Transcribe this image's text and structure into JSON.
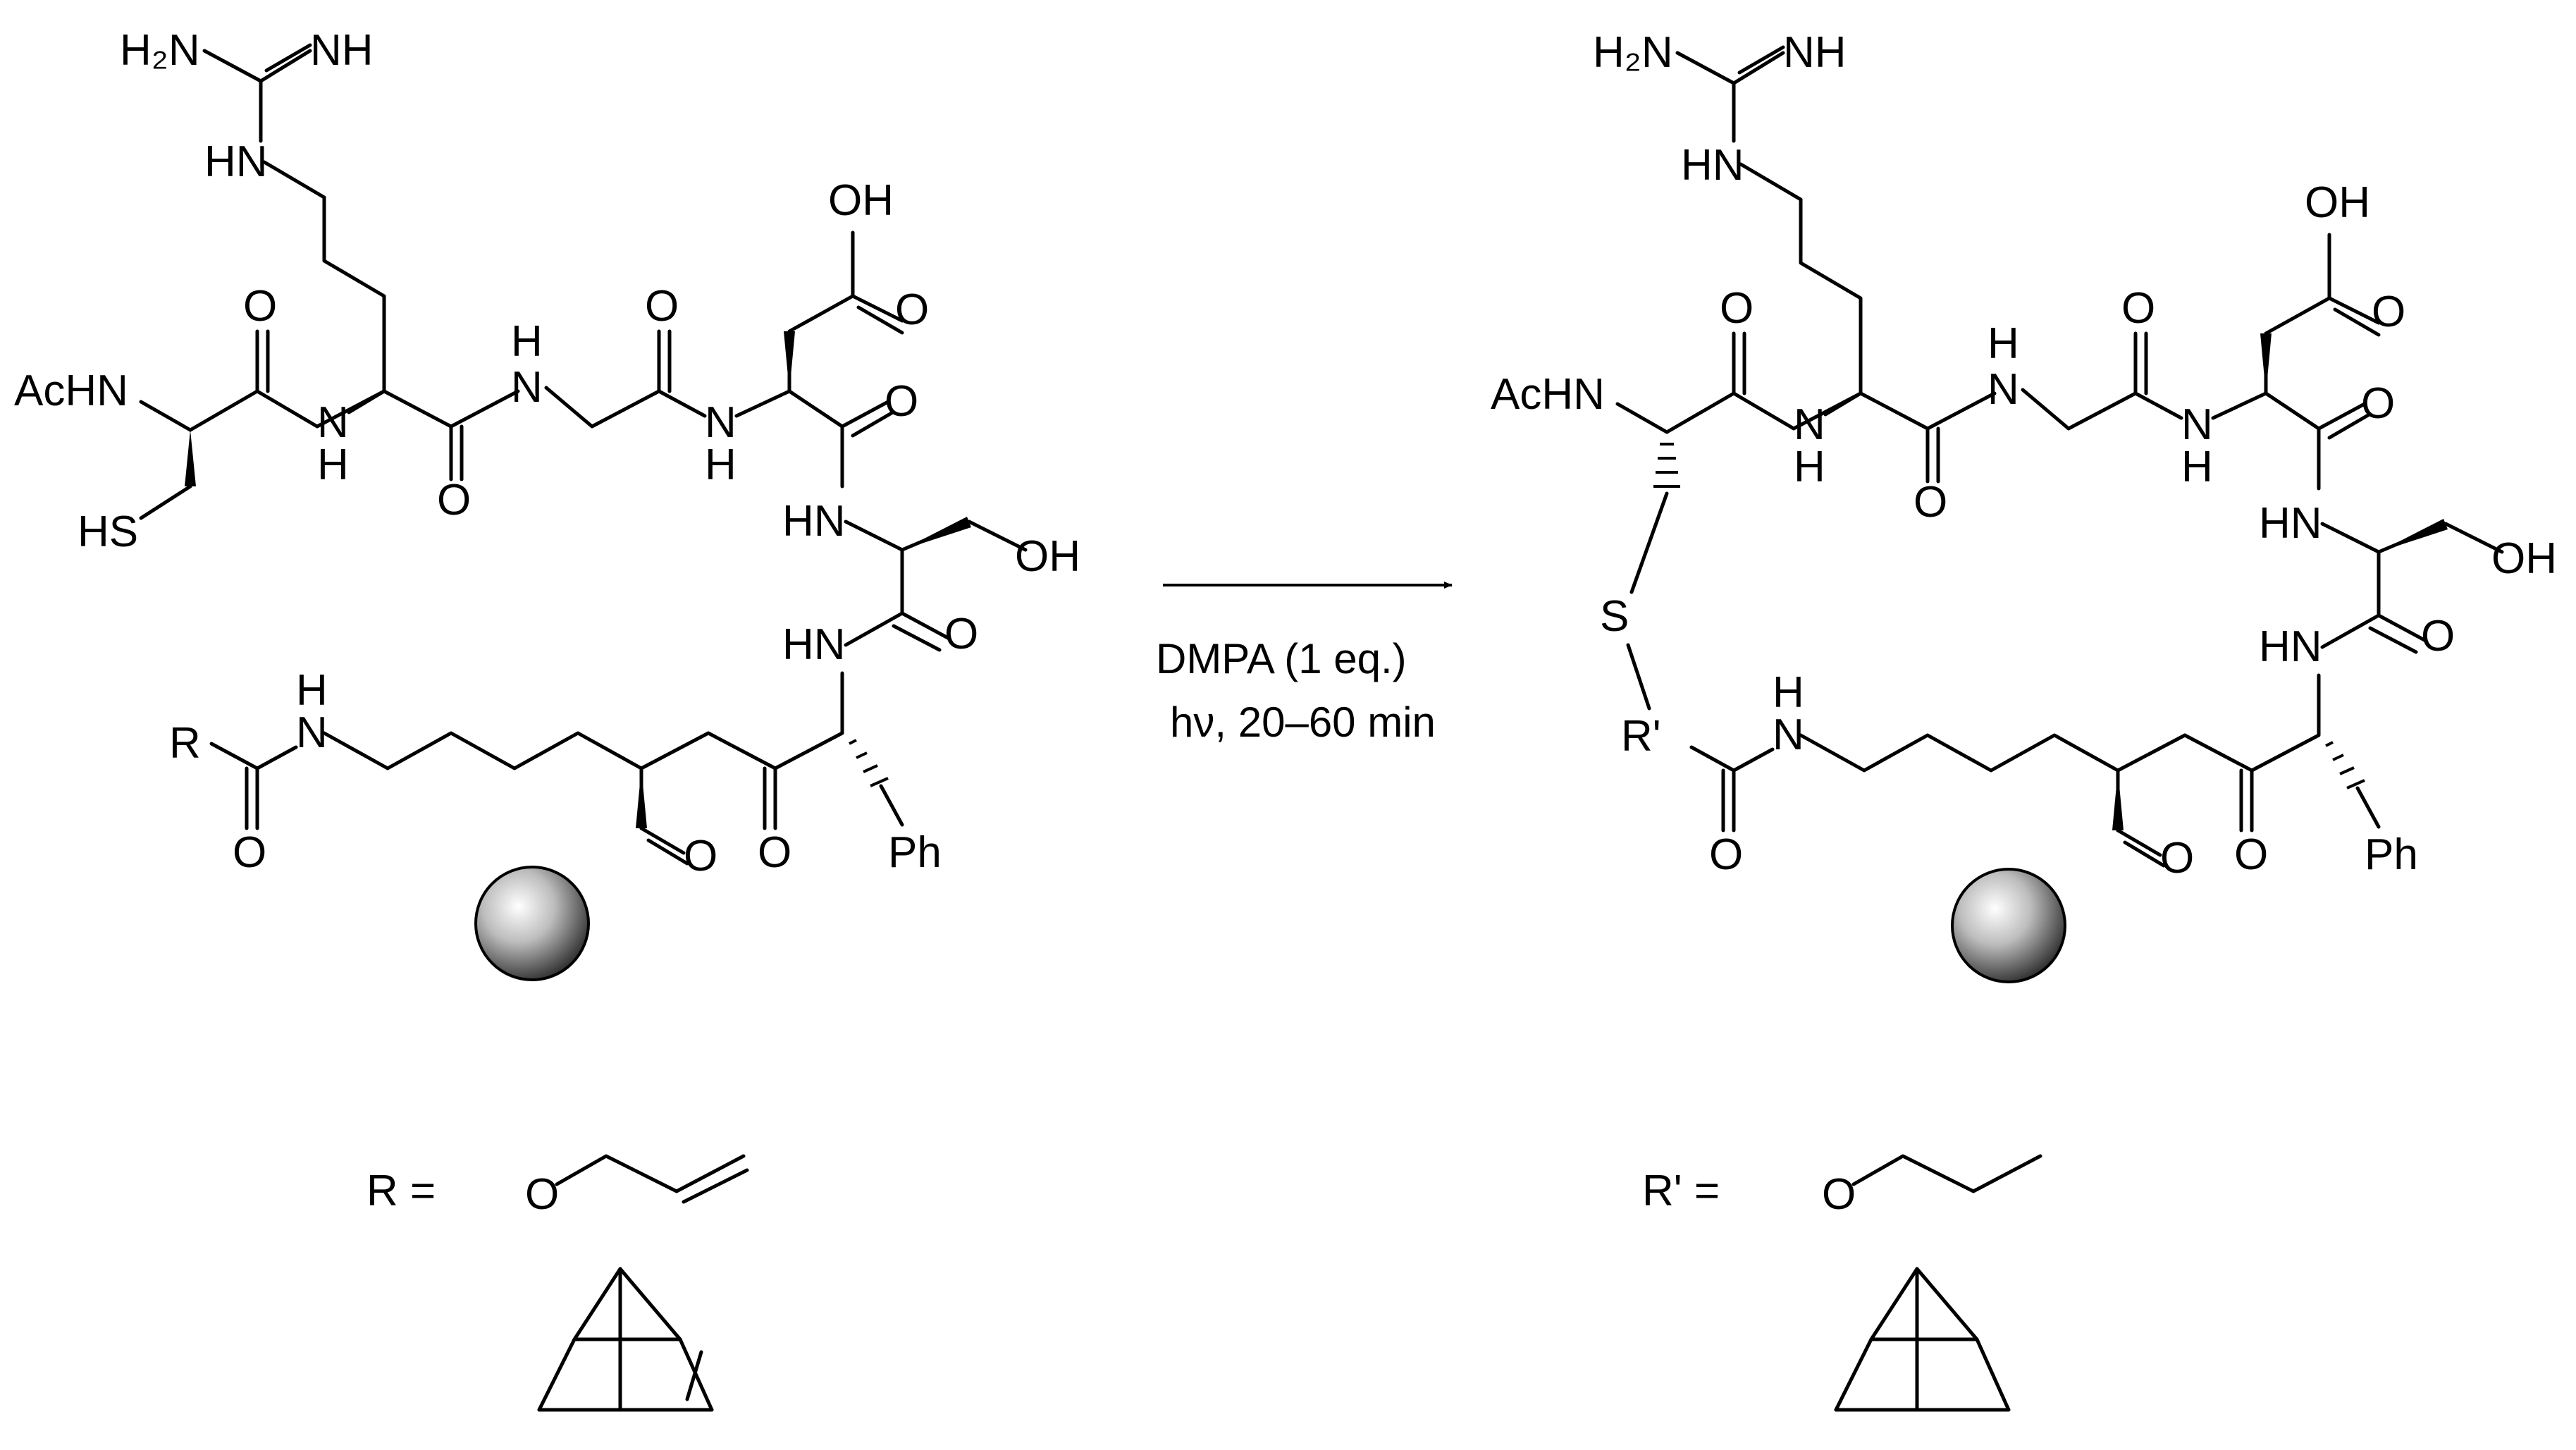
{
  "labels": {
    "h2n": "H₂N",
    "nh": "NH",
    "hn": "HN",
    "n": "N",
    "h": "H",
    "o": "O",
    "oh": "OH",
    "achn": "AcHN",
    "hs": "HS",
    "s": "S",
    "r": "R",
    "r_prime": "R'",
    "ph": "Ph"
  },
  "reaction": {
    "reagent": "DMPA (1 eq.)",
    "conditions": "hν, 20–60 min"
  },
  "definitions": {
    "r_eq": "R =",
    "r_prime_eq": "R' ="
  }
}
